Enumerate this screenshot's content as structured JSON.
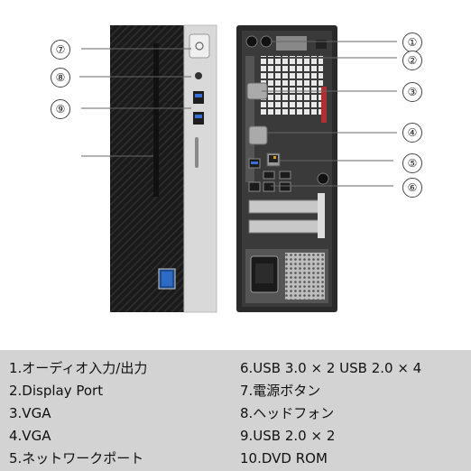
{
  "callouts_left": [
    "⑦",
    "⑧",
    "⑨"
  ],
  "callouts_right": [
    "①",
    "②",
    "③",
    "④",
    "⑤",
    "⑥"
  ],
  "legend": {
    "left": [
      "1.オーディオ入力/出力",
      "2.Display Port",
      "3.VGA",
      "4.VGA",
      "5.ネットワークポート"
    ],
    "right": [
      "6.USB 3.0 × 2 USB 2.0 × 4",
      "7.電源ボタン",
      "8.ヘッドフォン",
      "9.USB 2.0 × 2",
      "10.DVD ROM"
    ]
  }
}
